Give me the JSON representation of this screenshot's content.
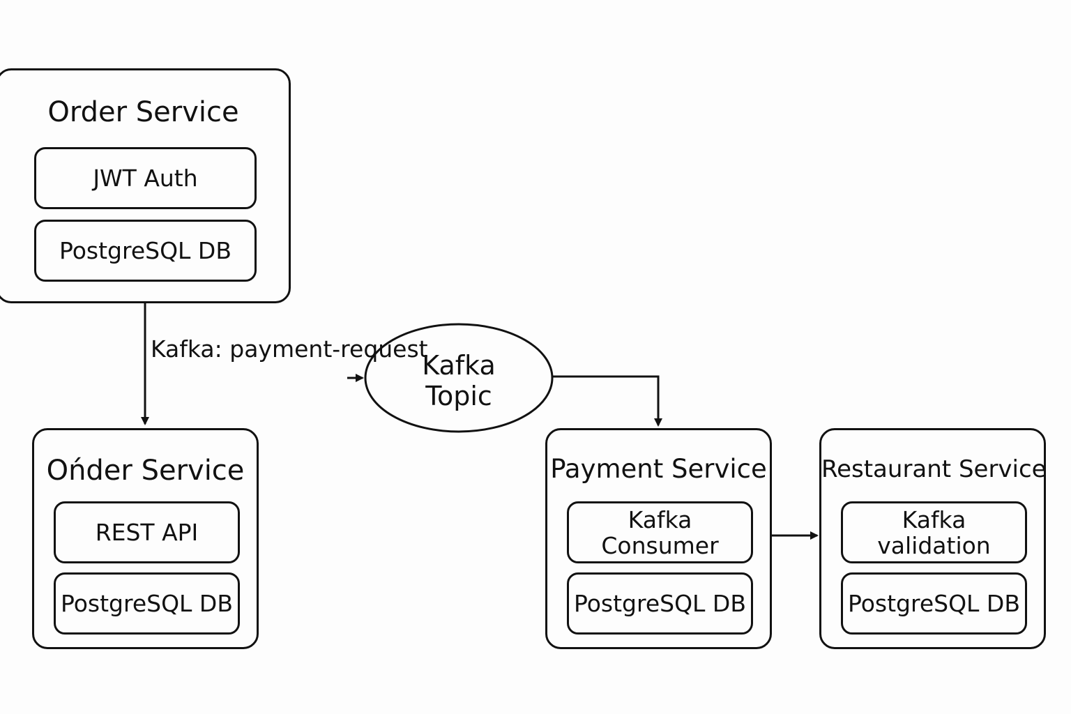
{
  "order_service_top": {
    "title": "Order Service",
    "components": [
      "JWT Auth",
      "PostgreSQL DB"
    ]
  },
  "order_service_bottom": {
    "title": "Ońder Service",
    "components": [
      "REST API",
      "PostgreSQL DB"
    ]
  },
  "edge_label": "Kafka:\npayment-request",
  "kafka_topic": "Kafka\nTopic",
  "payment_service": {
    "title": "Payment Service",
    "components": [
      "Kafka\nConsumer",
      "PostgreSQL DB"
    ]
  },
  "restaurant_service": {
    "title": "Restaurant Service",
    "components": [
      "Kafka\nvalidation",
      "PostgreSQL DB"
    ]
  }
}
